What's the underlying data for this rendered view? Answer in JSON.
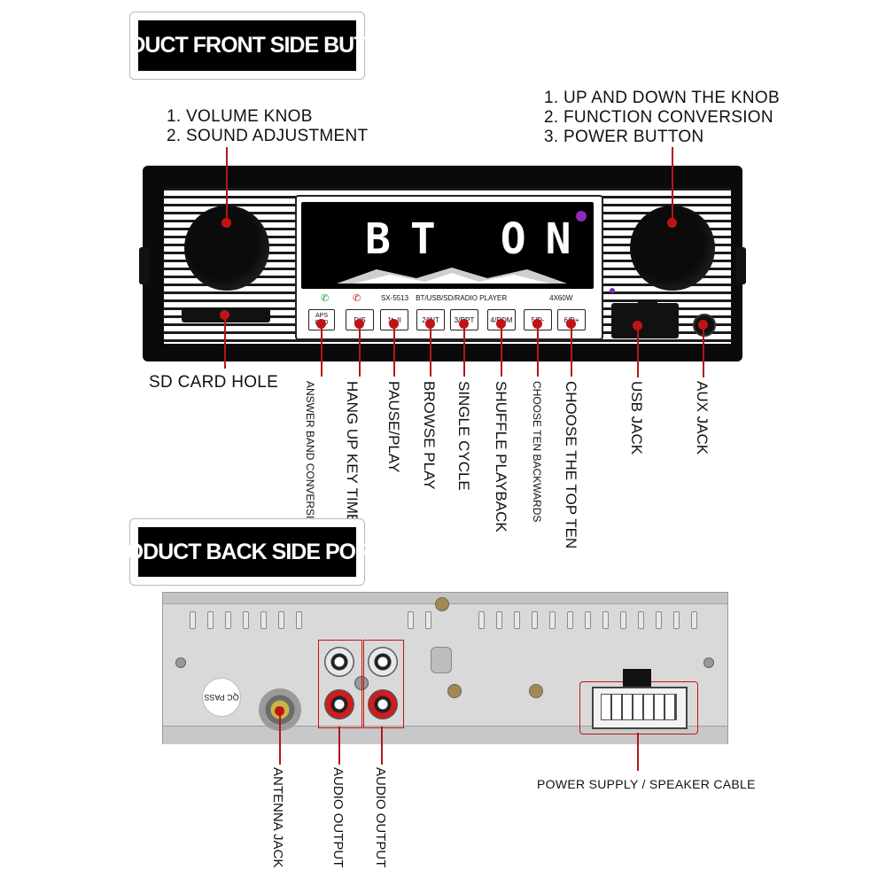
{
  "front": {
    "title": "PRODUCT FRONT SIDE BUTTON",
    "volume_knob": {
      "line1": "1. VOLUME KNOB",
      "line2": "2. SOUND ADJUSTMENT"
    },
    "right_knob": {
      "line1": "1. UP AND DOWN THE KNOB",
      "line2": "2. FUNCTION CONVERSION",
      "line3": "3. POWER BUTTON"
    },
    "display": {
      "text": "BT ON",
      "model": "SX-5513",
      "desc": "BT/USB/SD/RADIO PLAYER",
      "power": "4X60W"
    },
    "buttons": [
      "APS BND",
      "DIS",
      "1▶II",
      "2/INT",
      "3/RPT",
      "4/RDM",
      "5/D-",
      "6/D+"
    ],
    "sd_label": "SD CARD HOLE",
    "labels": {
      "aps": [
        "ANSWER",
        "BAND CONVERSION"
      ],
      "dis": [
        "HANG UP KEY",
        "TIME"
      ],
      "pause": "PAUSE/PLAY",
      "browse": "BROWSE PLAY",
      "single": "SINGLE CYCLE",
      "shuffle": "SHUFFLE PLAYBACK",
      "ten_back": "CHOOSE TEN BACKWARDS",
      "top_ten": "CHOOSE THE TOP TEN",
      "usb": "USB  JACK",
      "aux": "AUX  JACK"
    }
  },
  "back": {
    "title": "PRODUCT BACK SIDE PORTS",
    "qc": "QC PASS",
    "antenna": "ANTENNA JACK",
    "audio1": "AUDIO OUTPUT",
    "audio2": "AUDIO OUTPUT",
    "power": "POWER SUPPLY / SPEAKER CABLE"
  },
  "colors": {
    "accent": "#c01414",
    "panel": "#0b0b0b",
    "lcd_text": "#ffffff",
    "back_metal": "#d9d9d9"
  }
}
